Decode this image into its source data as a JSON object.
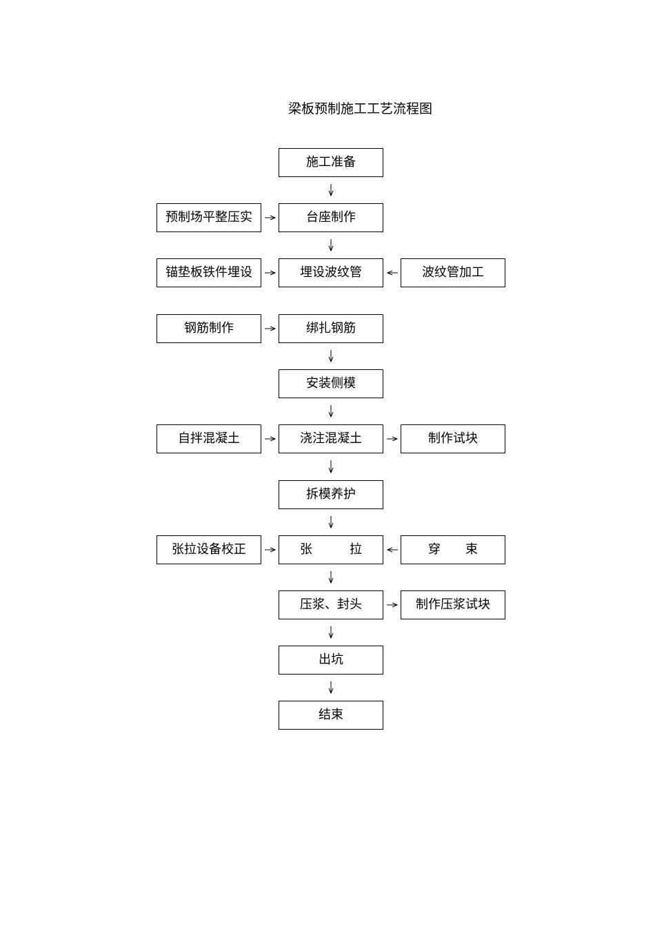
{
  "title": "梁板预制施工工艺流程图",
  "center": {
    "n1": "施工准备",
    "n2": "台座制作",
    "n3": "埋设波纹管",
    "n4": "绑扎钢筋",
    "n5": "安装侧模",
    "n6": "浇注混凝土",
    "n7": "拆模养护",
    "n8": "张　　　拉",
    "n9": "压浆、封头",
    "n10": "出坑",
    "n11": "结束"
  },
  "left": {
    "l2": "预制场平整压实",
    "l3": "锚垫板铁件埋设",
    "l4": "钢筋制作",
    "l6": "自拌混凝土",
    "l8": "张拉设备校正"
  },
  "right": {
    "r3": "波纹管加工",
    "r6": "制作试块",
    "r8": "穿　　束",
    "r9": "制作压浆试块"
  }
}
